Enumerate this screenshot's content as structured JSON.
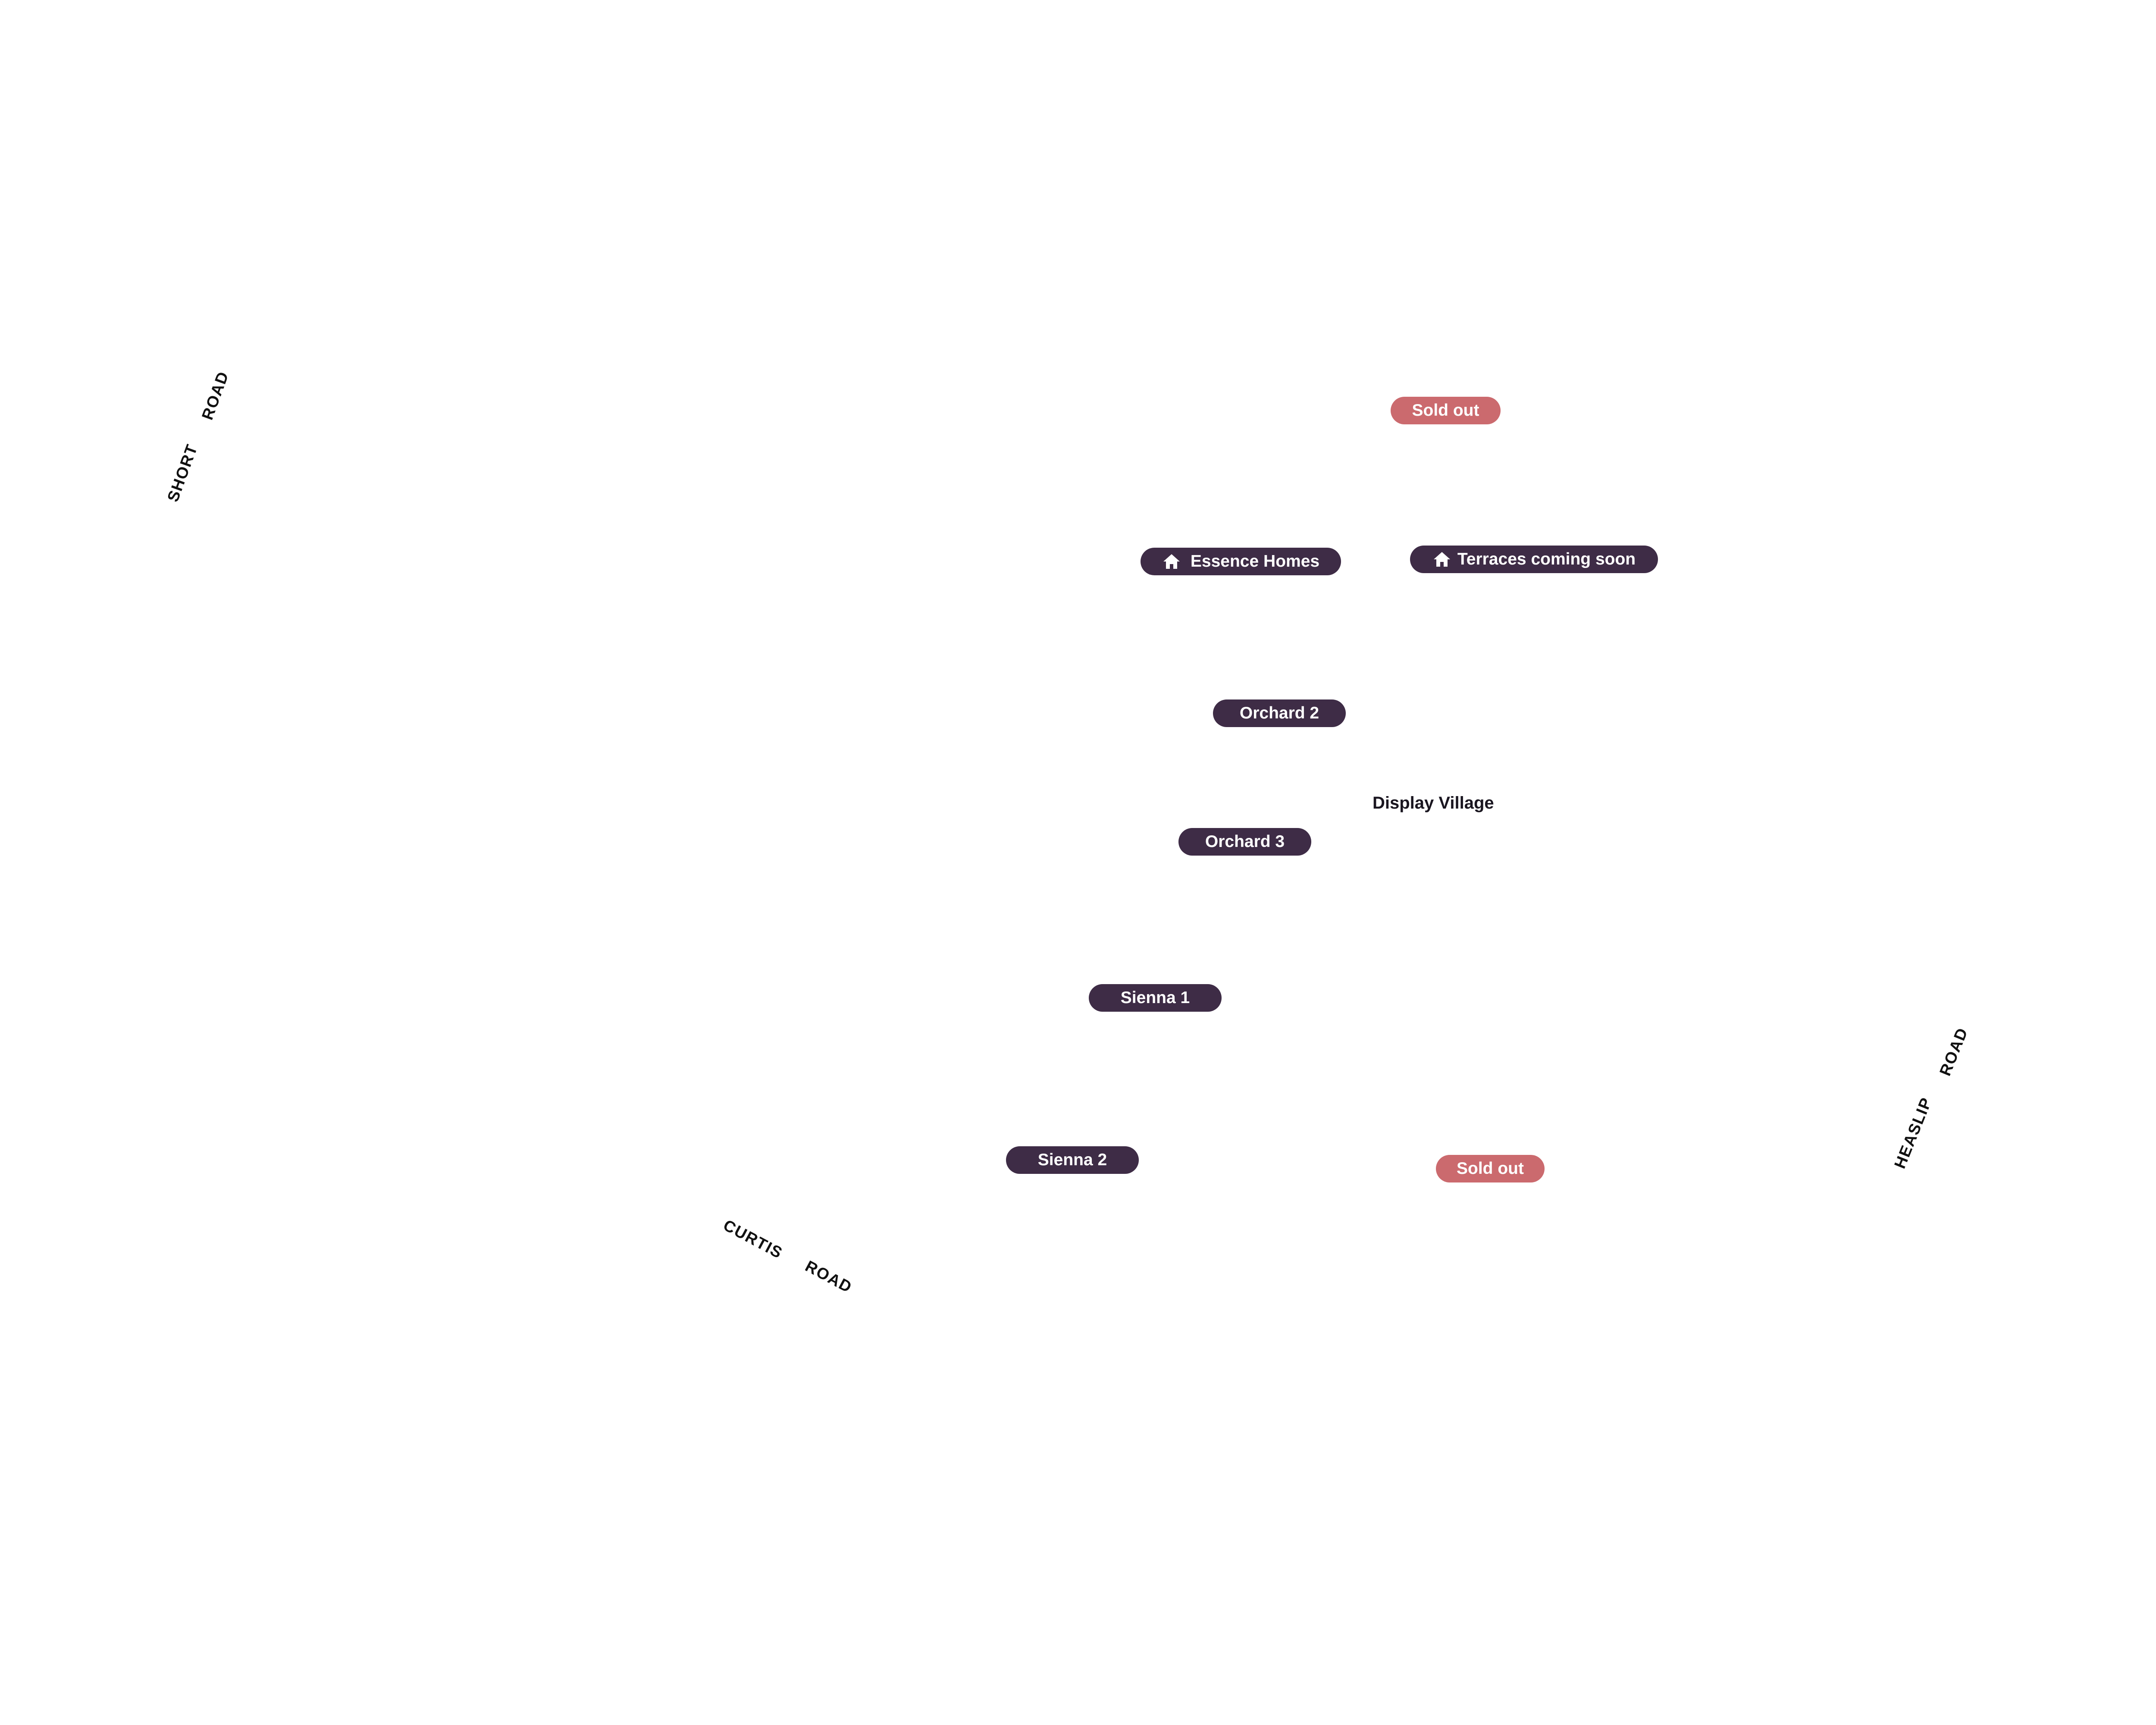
{
  "map": {
    "markers": {
      "sold_out_top": "Sold out",
      "essence_homes": "Essence Homes",
      "terraces": "Terraces coming soon",
      "orchard_2": "Orchard 2",
      "orchard_3": "Orchard 3",
      "sienna_1": "Sienna 1",
      "sienna_2": "Sienna 2",
      "sold_out_bottom": "Sold out"
    },
    "labels": {
      "display_village": "Display Village"
    },
    "roads": {
      "short_road_word1": "SHORT",
      "short_road_word2": "ROAD",
      "curtis_road_word1": "CURTIS",
      "curtis_road_word2": "ROAD",
      "heaslip_road_word1": "HEASLIP",
      "heaslip_road_word2": "ROAD"
    },
    "icons": {
      "marker_icon": "home-icon"
    },
    "colors": {
      "marker_dark": "#3e2c46",
      "marker_sold_out": "#cb6a6e",
      "road_text": "#111111"
    }
  }
}
